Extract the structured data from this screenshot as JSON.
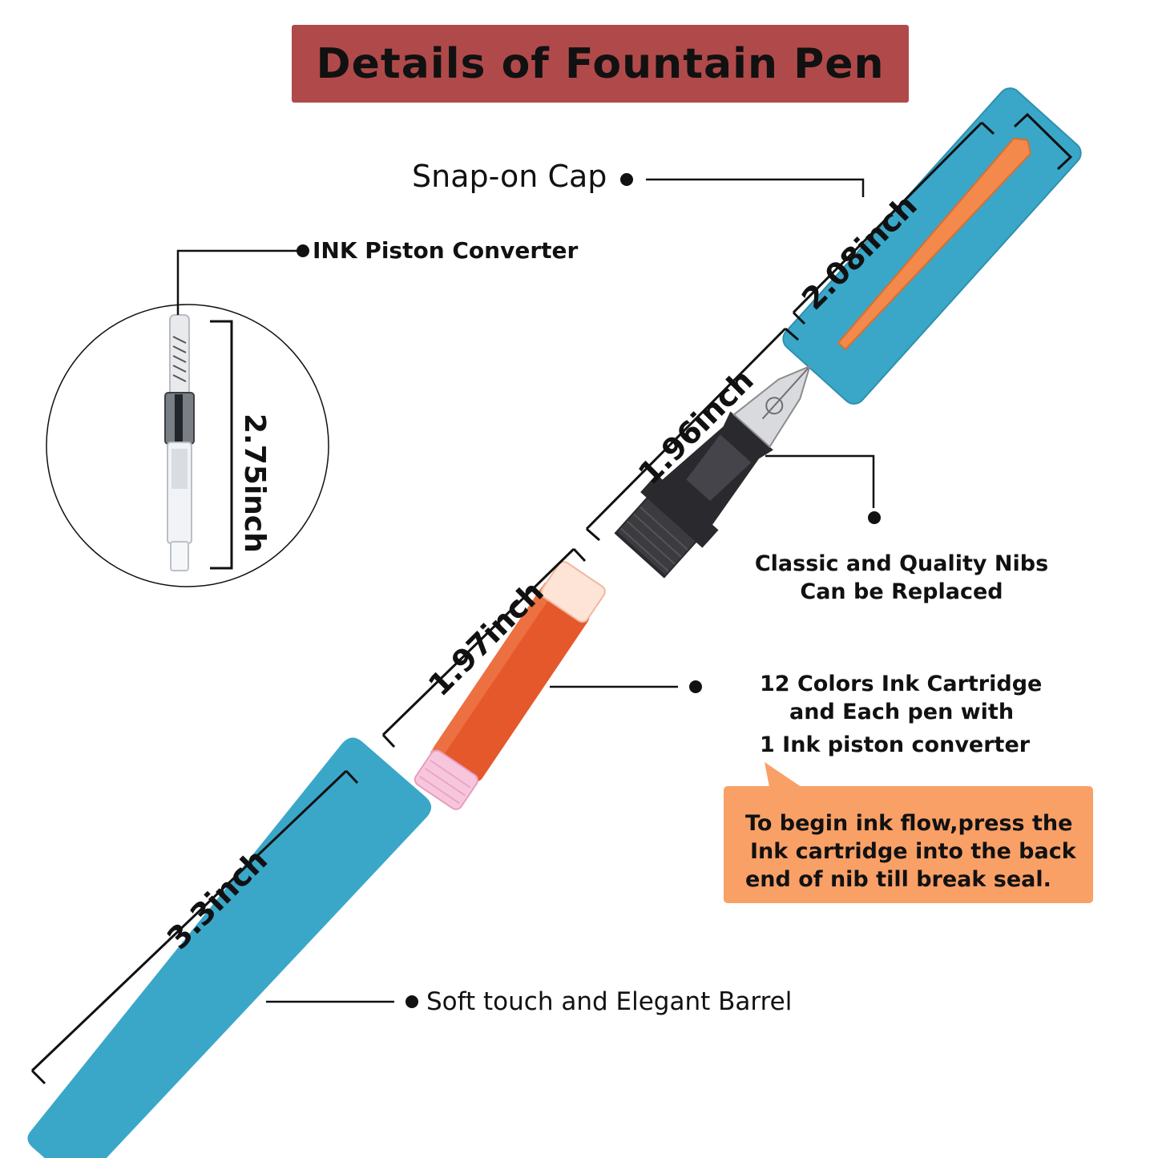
{
  "title": "Details of Fountain Pen",
  "labels": {
    "snap_on_cap": "Snap-on Cap",
    "ink_piston_converter": "INK Piston Converter",
    "barrel": "Soft touch and Elegant Barrel",
    "nibs": [
      "Classic and Quality Nibs",
      "Can be Replaced"
    ],
    "cartridge": [
      "12 Colors Ink Cartridge",
      "and Each pen with",
      "1 Ink piston converter"
    ]
  },
  "note": [
    "To begin ink flow,press the",
    "Ink cartridge into the back",
    "end of nib till break seal."
  ],
  "dimensions": {
    "cap": "2.08inch",
    "nib": "1.96inch",
    "cartridge": "1.97inch",
    "barrel": "3.3inch",
    "converter": "2.75inch"
  },
  "colors": {
    "banner": "#b04a4a",
    "note": "#f9a067",
    "pen_blue": "#3aa7c9",
    "pen_orange": "#f3894a",
    "cartridge_red": "#e5582c",
    "nib_dark": "#2a2a2e"
  }
}
